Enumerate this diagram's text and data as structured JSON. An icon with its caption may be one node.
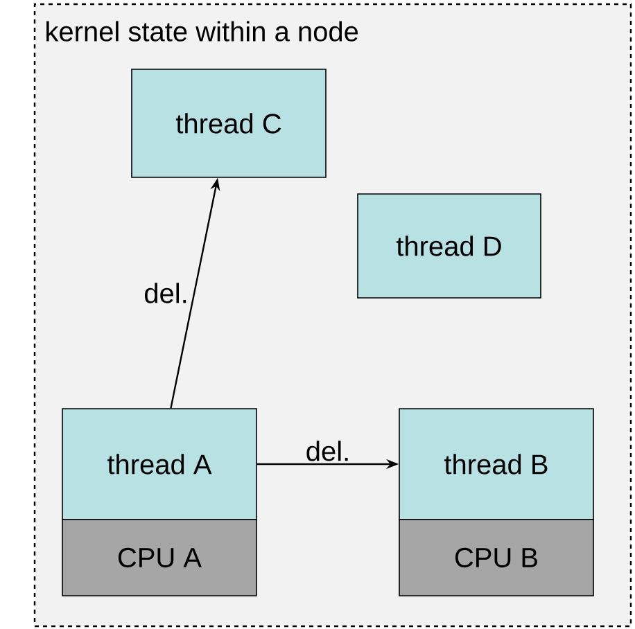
{
  "diagram": {
    "nodes": [
      {
        "text": [
          "kernel state within a node"
        ]
      },
      {
        "text": [
          "thread C"
        ],
        "in": 0
      },
      {
        "text": [
          "thread D"
        ],
        "in": 0
      },
      {
        "text": [
          "thread A"
        ],
        "in": 0
      },
      {
        "text": [
          "CPU A"
        ],
        "in": 0
      },
      {
        "text": [
          "thread B"
        ],
        "in": 0
      },
      {
        "text": [
          "CPU B"
        ],
        "in": 0
      }
    ],
    "edges": [
      {
        "from": 3,
        "to": 1,
        "arrow": "to",
        "label": "del."
      },
      {
        "from": 3,
        "to": 5,
        "arrow": "to",
        "label": "del."
      }
    ]
  }
}
